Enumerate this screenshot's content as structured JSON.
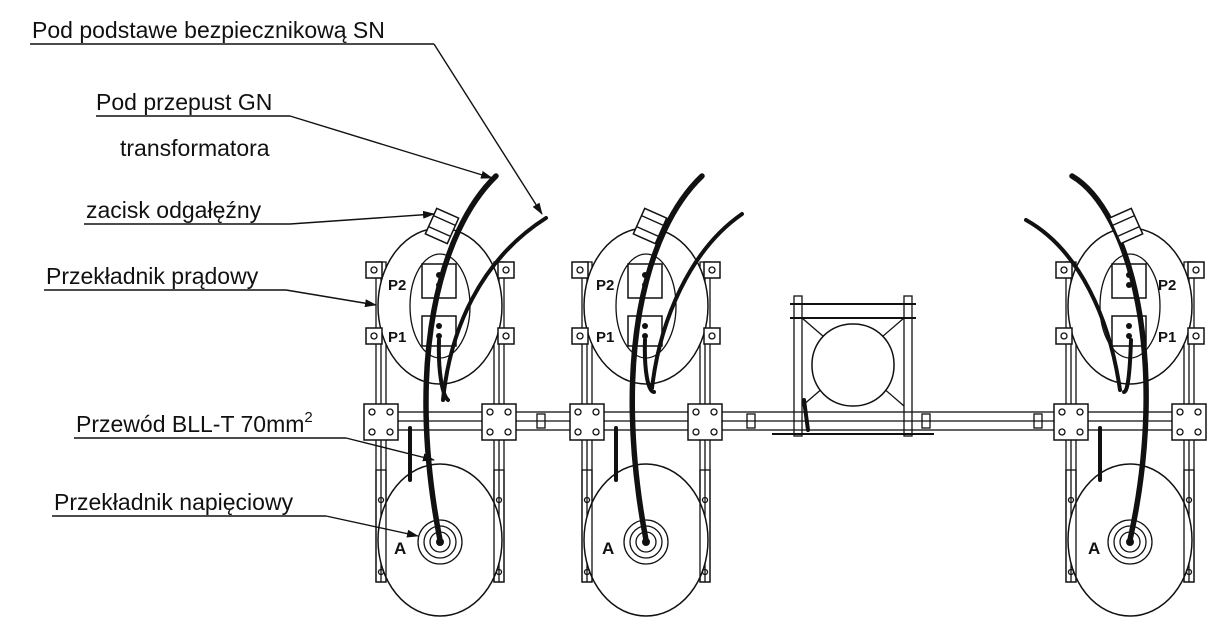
{
  "labels": {
    "fuse_base": "Pod podstawe bezpiecznikową SN",
    "bushing_line1": "Pod przepust GN",
    "bushing_line2": "transformatora",
    "clamp": "zacisk odgałęźny",
    "current_transformer": "Przekładnik prądowy",
    "cable_main": "Przewód BLL-T 70mm",
    "cable_sup": "2",
    "voltage_transformer": "Przekładnik napięciowy"
  },
  "terminals": {
    "p2": "P2",
    "p1": "P1",
    "a": "A"
  }
}
